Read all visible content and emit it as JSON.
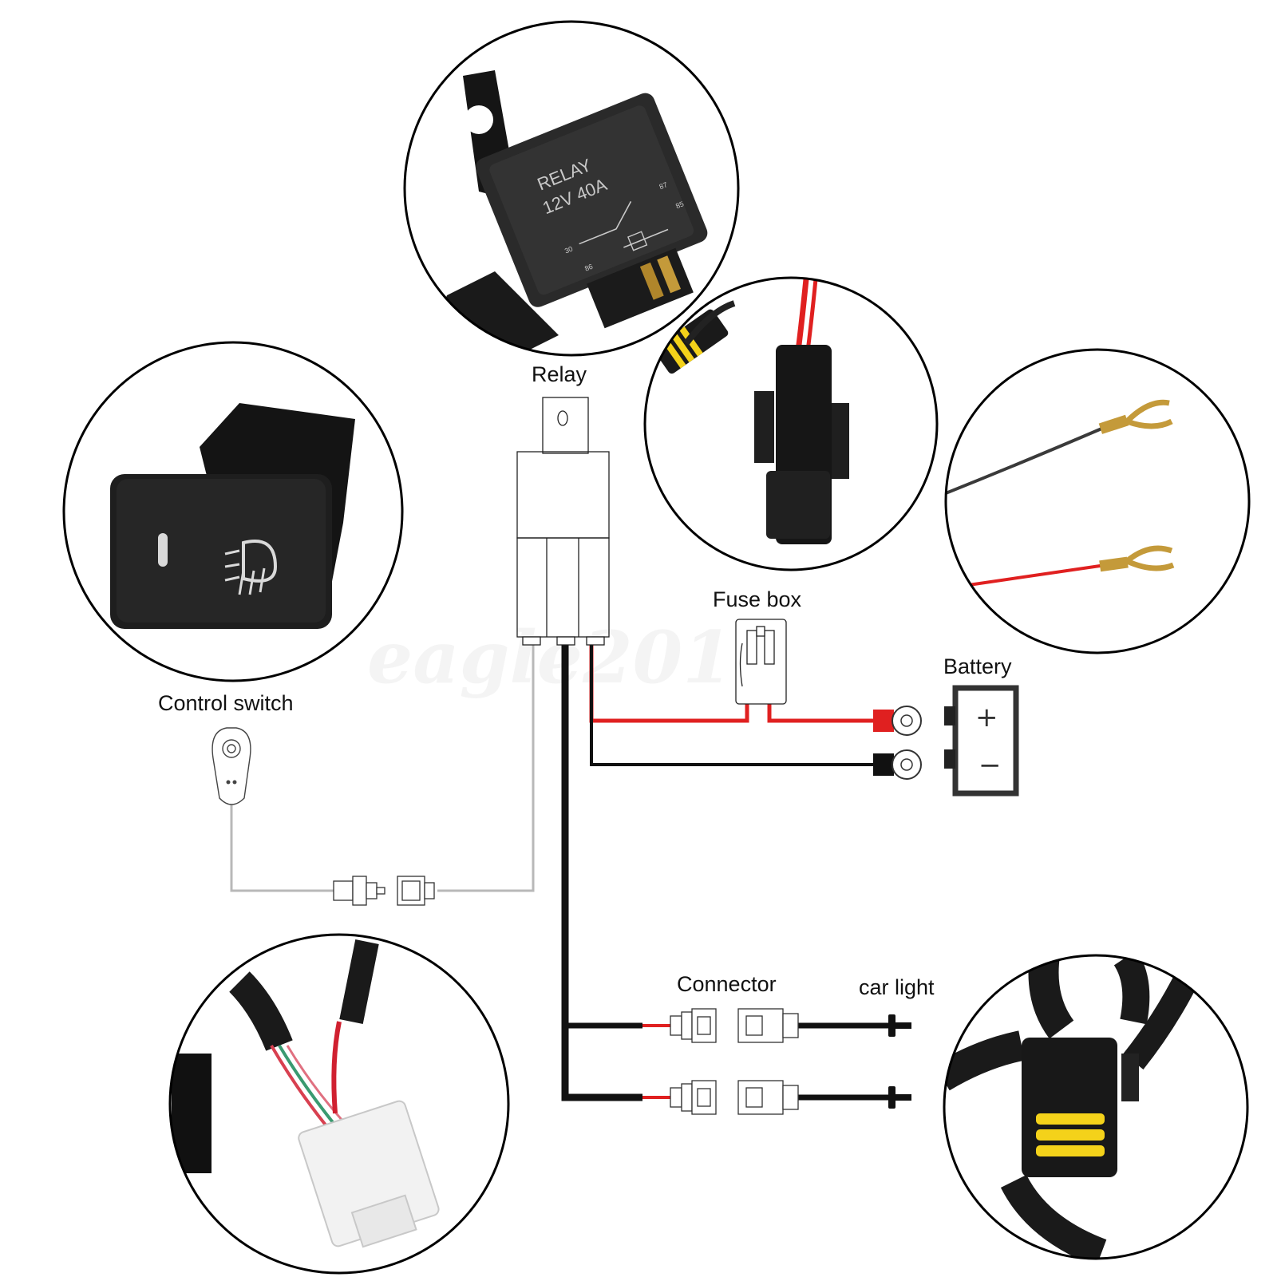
{
  "labels": {
    "relay": "Relay",
    "fuse_box": "Fuse box",
    "battery": "Battery",
    "control_switch": "Control switch",
    "connector": "Connector",
    "car_light": "car light"
  },
  "relay_photo": {
    "line1": "RELAY",
    "line2": "12V 40A",
    "pins": [
      "30",
      "87",
      "86",
      "85"
    ]
  },
  "battery_terminals": {
    "positive": "+",
    "negative": "−"
  },
  "watermark": "eagle2010",
  "colors": {
    "wire_red": "#e02020",
    "wire_black": "#111111",
    "wire_grey": "#b8b8b8",
    "outline": "#222222",
    "insulation_yellow": "#f4d21a"
  }
}
